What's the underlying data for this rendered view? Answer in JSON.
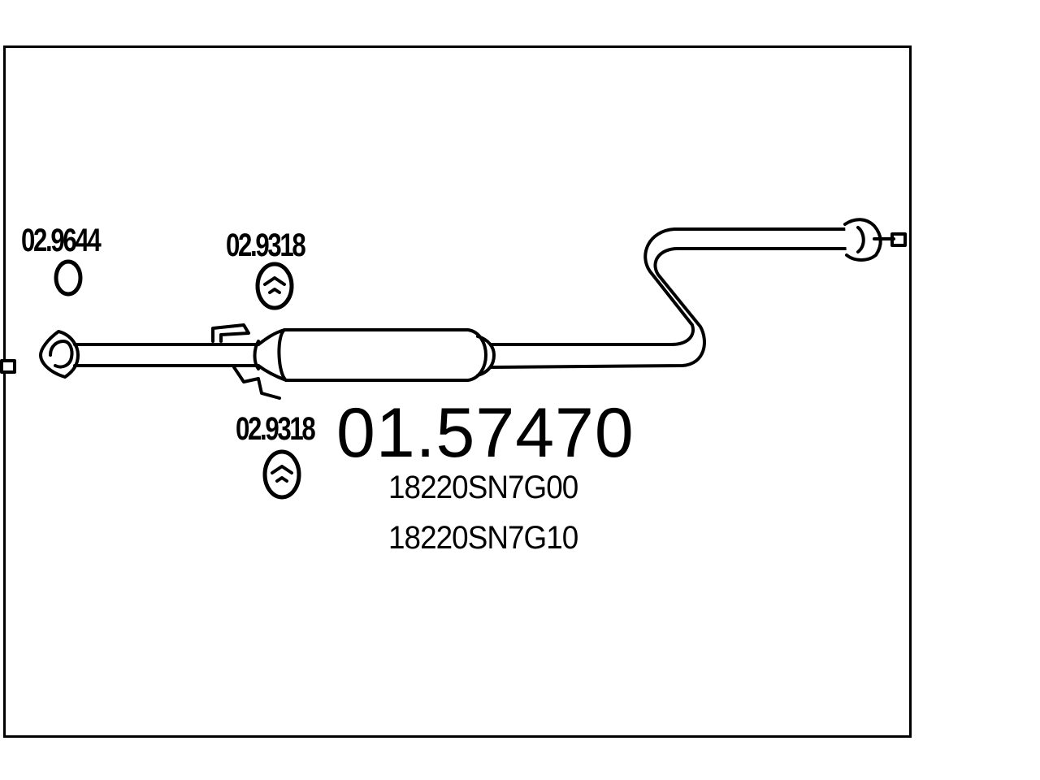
{
  "diagram": {
    "main_part_number": "01.57470",
    "oem_references": [
      "18220SN7G00",
      "18220SN7G10"
    ],
    "accessories": [
      {
        "code": "02.9644",
        "icon": "gasket-ring-icon"
      },
      {
        "code": "02.9318",
        "icon": "rubber-mount-icon"
      },
      {
        "code": "02.9318",
        "icon": "rubber-mount-icon"
      }
    ],
    "colors": {
      "line": "#000000",
      "background": "#ffffff"
    }
  }
}
